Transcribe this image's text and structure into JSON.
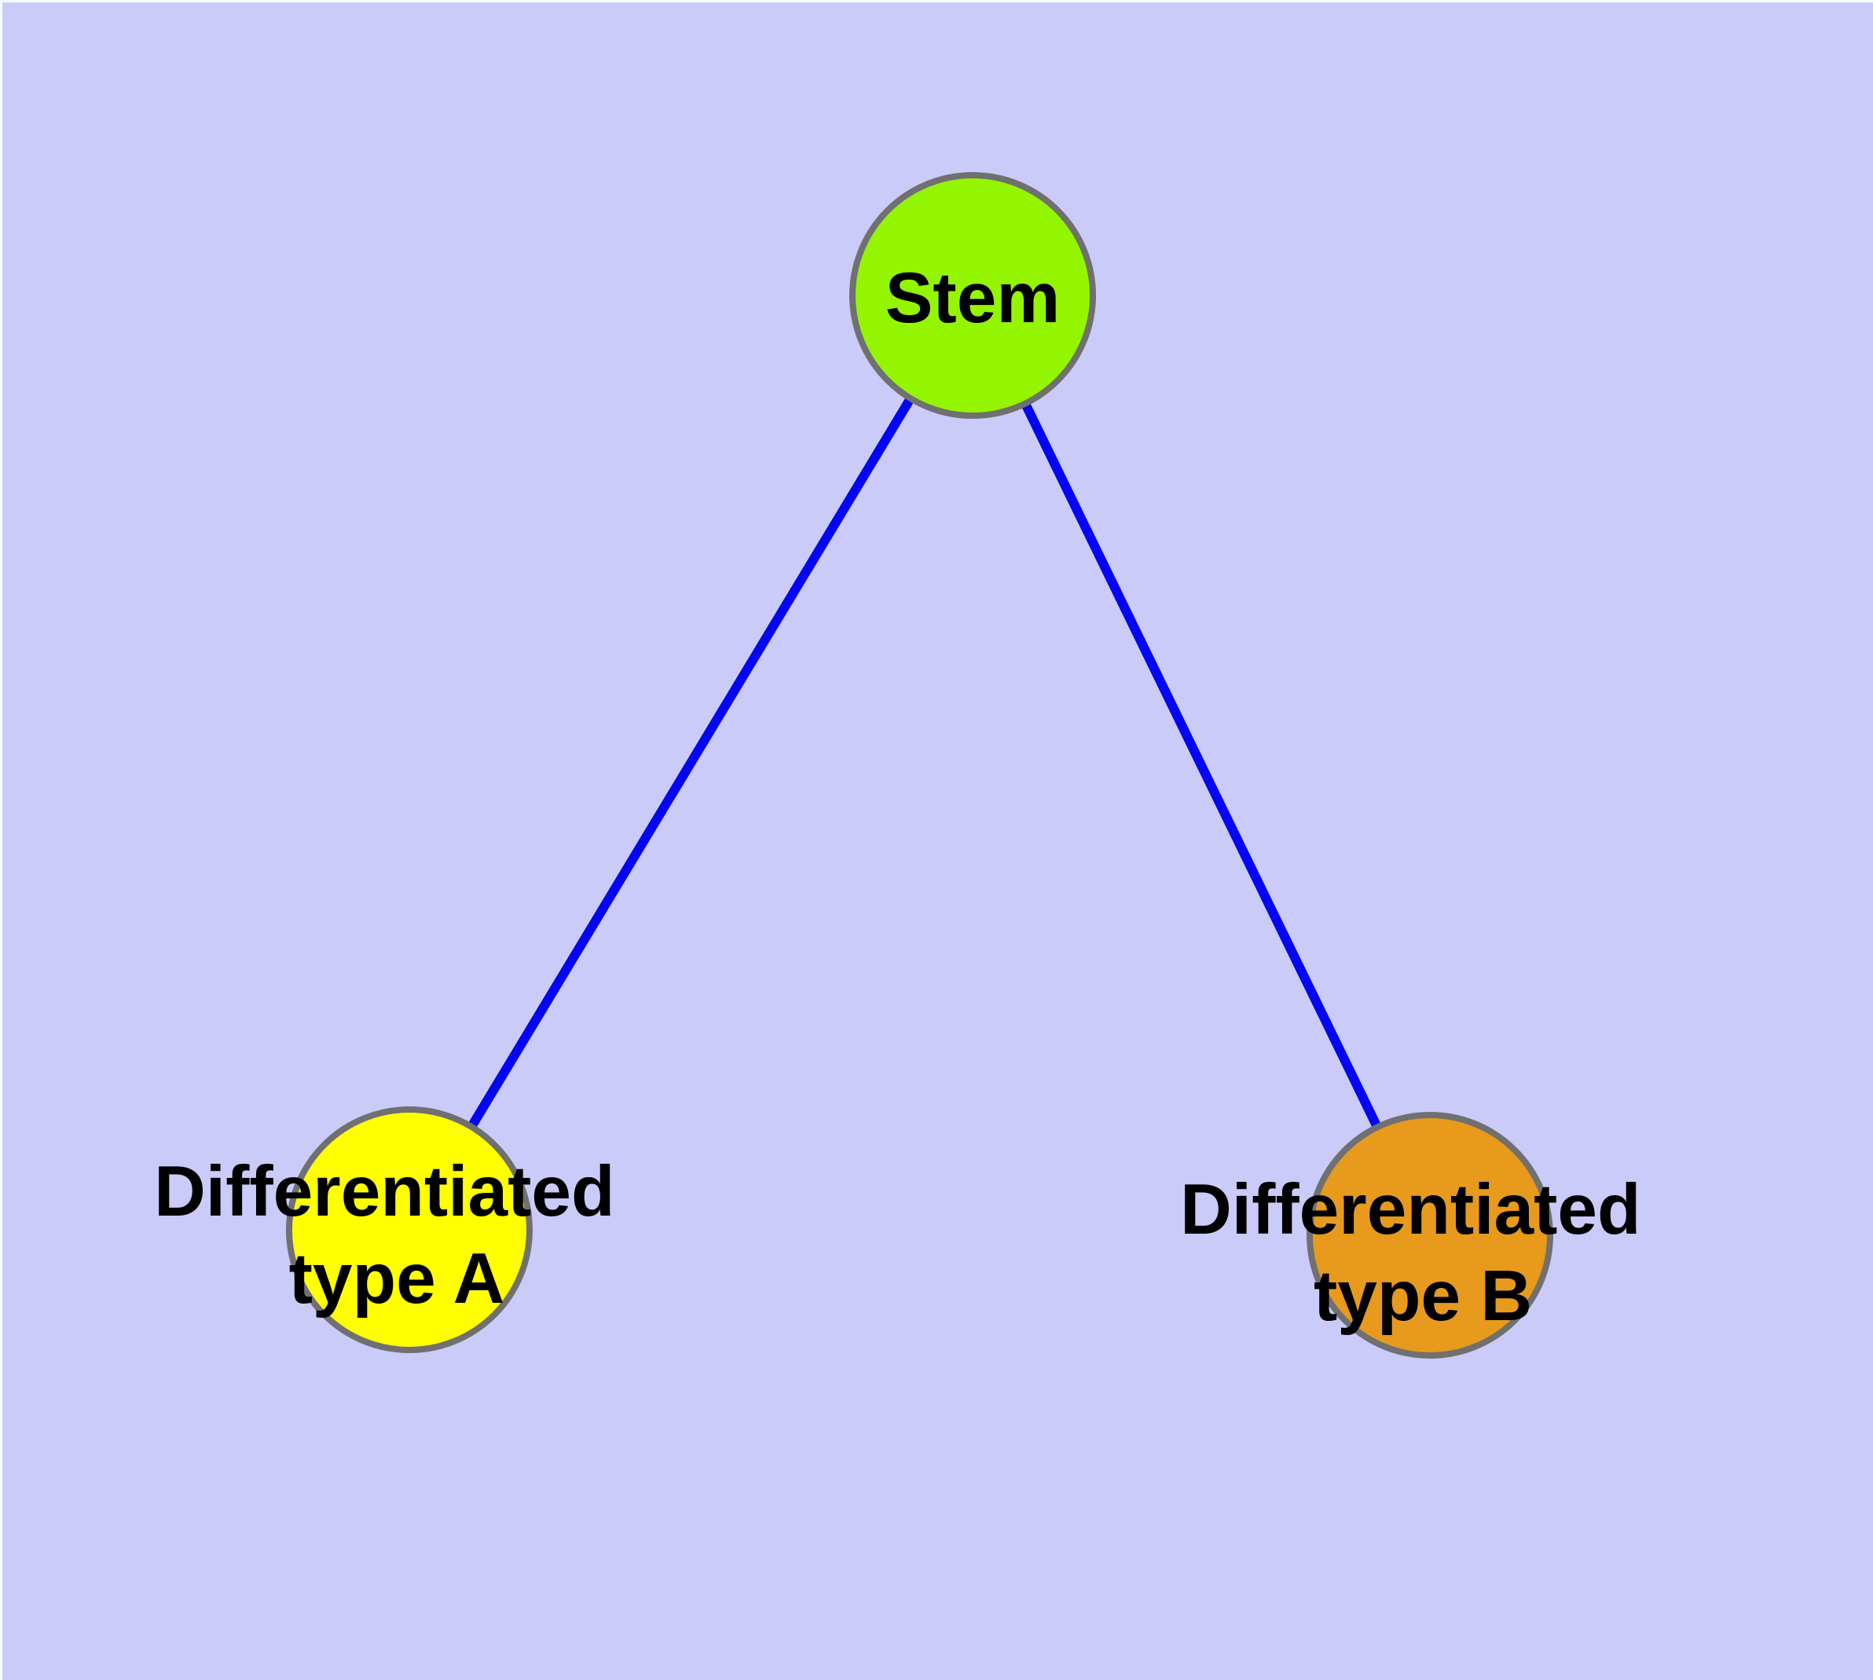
{
  "figure": {
    "margin_color": "#fbfbfd",
    "background": "#cbcbfa"
  },
  "diagram": {
    "type": "graph",
    "description": "Stem cell differentiation graph: one stem node connected to two differentiated cell-type nodes",
    "edge_color": "#0404f7",
    "node_stroke_color": "#707070",
    "label_color": "#000000",
    "nodes": [
      {
        "id": "stem",
        "label": "Stem",
        "line1": "Stem",
        "line2": "",
        "color": "#94f500"
      },
      {
        "id": "type-a",
        "label": "Differentiated type A",
        "line1": "Differentiated",
        "line2": "type A",
        "color": "#ffff00"
      },
      {
        "id": "type-b",
        "label": "Differentiated type B",
        "line1": "Differentiated",
        "line2": "type B",
        "color": "#e79a1c"
      }
    ],
    "edges": [
      {
        "from": "Stem",
        "to": "Differentiated type A"
      },
      {
        "from": "Stem",
        "to": "Differentiated type B"
      }
    ]
  }
}
